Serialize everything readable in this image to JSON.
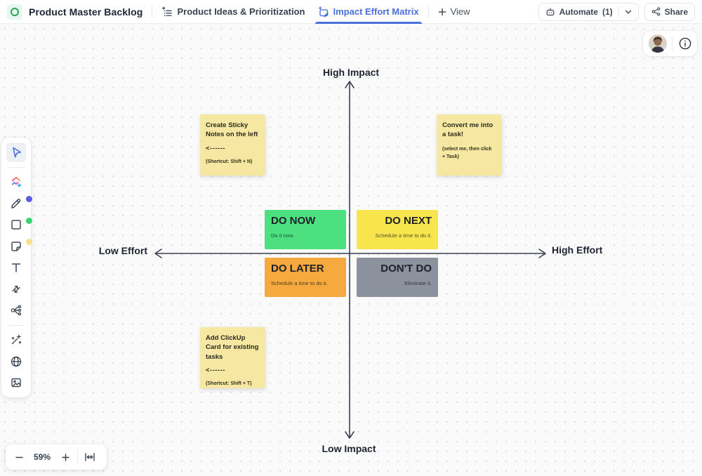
{
  "colors": {
    "accent_blue": "#4a6edb",
    "canvas_dot": "#dcdcdf",
    "quadrant_do_now": "#4de081",
    "quadrant_do_next": "#f8e54e",
    "quadrant_do_later": "#f6a93e",
    "quadrant_dont_do": "#8b929e",
    "sticky_yellow": "#f6e7a2",
    "marker_dot": "#5b5ce2",
    "shape_dot": "#35d573",
    "sticky_dot": "#f7df8d"
  },
  "header": {
    "title": "Product Master Backlog",
    "tabs": [
      {
        "label": "Product Ideas & Prioritization",
        "icon": "prioritization-list-icon",
        "active": false
      },
      {
        "label": "Impact Effort Matrix",
        "icon": "whiteboard-icon",
        "active": true
      }
    ],
    "view_label": "View",
    "automate_label": "Automate",
    "automate_count": "(1)",
    "share_label": "Share"
  },
  "toolbar": {
    "items": [
      "select-tool",
      "clickup-items-tool",
      "marker-tool",
      "shape-tool",
      "sticky-note-tool",
      "text-tool",
      "connector-tool",
      "mind-map-tool",
      "ai-wand-tool",
      "web-embed-tool",
      "image-tool"
    ],
    "selected": "select-tool",
    "color_dots": [
      {
        "tool": "marker-tool",
        "color": "#5b5ce2"
      },
      {
        "tool": "shape-tool",
        "color": "#35d573"
      },
      {
        "tool": "sticky-note-tool",
        "color": "#f7df8d"
      }
    ]
  },
  "matrix": {
    "axis_top": "High Impact",
    "axis_bottom": "Low Impact",
    "axis_left": "Low Effort",
    "axis_right": "High Effort",
    "quadrants": [
      {
        "title": "DO NOW",
        "subtitle": "Do it now.",
        "color": "#4de081"
      },
      {
        "title": "DO NEXT",
        "subtitle": "Schedule a time to do it.",
        "color": "#f8e54e"
      },
      {
        "title": "DO LATER",
        "subtitle": "Schedule a time to do it.",
        "color": "#f6a93e"
      },
      {
        "title": "DON'T DO",
        "subtitle": "Eliminate it.",
        "color": "#8b929e"
      }
    ]
  },
  "sticky_notes": [
    {
      "title": "Create Sticky Notes on the left",
      "arrow": "<------",
      "note": "(Shortcut: Shift + N)",
      "color": "#f6e7a2"
    },
    {
      "title": "Convert me into a task!",
      "note": "(select me, then click + Task)",
      "color": "#f6e7a2"
    },
    {
      "title": "Add ClickUp Card for existing tasks",
      "arrow": "<------",
      "note": "(Shortcut: Shift + T)",
      "color": "#f6e7a2"
    }
  ],
  "zoom_controls": {
    "level": "59%"
  }
}
